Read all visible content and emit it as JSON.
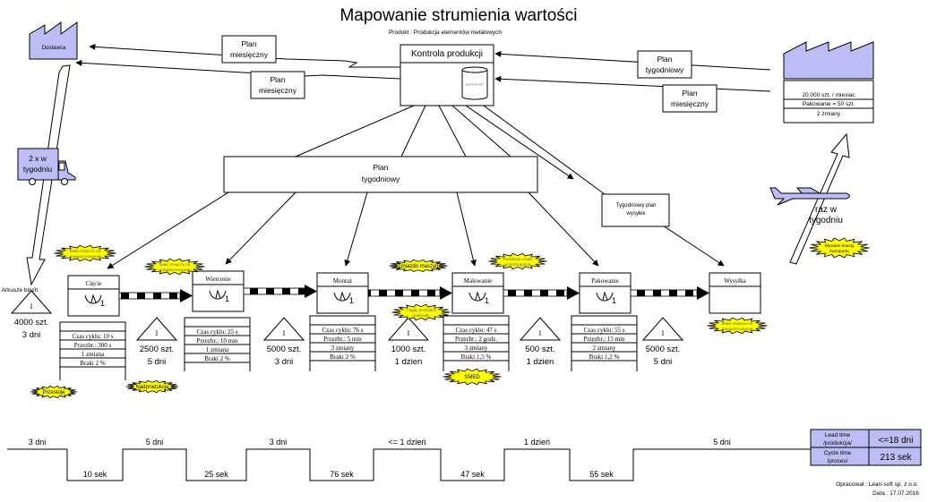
{
  "title": "Mapowanie strumienia wartości",
  "subtitle": "Produkt : Produkcja elementów metalowych",
  "control": {
    "label": "Kontrola produkcji",
    "system": "MRP/ERP"
  },
  "supplier": {
    "label": "Dostawca"
  },
  "supplier_plans": [
    {
      "line1": "Plan",
      "line2": "miesięczny"
    },
    {
      "line1": "Plan",
      "line2": "miesięczny"
    }
  ],
  "customer_plans": [
    {
      "line1": "Plan",
      "line2": "tygodniowy"
    },
    {
      "line1": "Plan",
      "line2": "miesięczny"
    }
  ],
  "customer": {
    "rows": [
      "20.000 szt. / miesiac",
      "Pakowanie = 50 szt.",
      "2 zmiany"
    ]
  },
  "truck": {
    "line1": "2 x w",
    "line2": "tygodniu"
  },
  "airplane": {
    "line1": "raz w",
    "line2": "tygodniu"
  },
  "weekly_plan": {
    "line1": "Plan",
    "line2": "tygodniowy"
  },
  "shipping_plan": {
    "line1": "Tygodniowy plan",
    "line2": "wysyłek"
  },
  "raw_material": "Arkusze blach",
  "processes": [
    {
      "name": "Cięcie",
      "operators": "1",
      "data": [
        "Czas cyklu: 10 s",
        "Przezbr.: 300 s",
        "1 zmiana",
        "Braki 2 %"
      ]
    },
    {
      "name": "Wiercenie",
      "operators": "1",
      "data": [
        "Czas cyklu: 25 s",
        "Przezbr.: 10 min",
        "1 zmiana",
        "Braki 2 %"
      ]
    },
    {
      "name": "Montaż",
      "operators": "1",
      "data": [
        "Czas cyklu: 76 s",
        "Przezbr.: 5 min",
        "3 zmiany",
        "Braki 2 %"
      ]
    },
    {
      "name": "Malowanie",
      "operators": "1",
      "data": [
        "Czas cyklu: 47 s",
        "Przezbr.: 2 godz.",
        "3 zmiany",
        "Braki 1,5 %"
      ]
    },
    {
      "name": "Pakowanie",
      "operators": "1",
      "data": [
        "Czas cyklu: 55 s",
        "Przezbr.: 15 min",
        "2 zmiany",
        "Braki 1,2 %"
      ]
    },
    {
      "name": "Wysyłka"
    }
  ],
  "inventory": [
    {
      "symbol": "I",
      "qty": "4000 szt.",
      "days": "3 dni"
    },
    {
      "symbol": "I",
      "qty": "2500 szt.",
      "days": "5 dni"
    },
    {
      "symbol": "I",
      "qty": "5000 szt.",
      "days": "3 dni"
    },
    {
      "symbol": "I",
      "qty": "1000 szt.",
      "days": "1 dzien"
    },
    {
      "symbol": "I",
      "qty": "500 szt.",
      "days": "1 dzien"
    },
    {
      "symbol": "I",
      "qty": "5000 szt.",
      "days": "5 dni"
    }
  ],
  "kaizen": [
    {
      "line1": "Mało miejsca na",
      "line2": "magazynowanie"
    },
    {
      "line1": "Mało miejsca na",
      "line2": "magazynowanie"
    },
    {
      "line1": "Gniazdo maszyn",
      "line2": ""
    },
    {
      "line1": "Redukcja czasu",
      "line2": "przezbrajania"
    },
    {
      "line1": "Ciągły przepływ",
      "line2": "materiału"
    },
    {
      "line1": "Przestoje",
      "line2": ""
    },
    {
      "line1": "Nadprodukcja",
      "line2": ""
    },
    {
      "line1": "SMED",
      "line2": ""
    },
    {
      "line1": "Mało miejsca na",
      "line2": "magazynowanie"
    },
    {
      "line1": "Wysokie koszty",
      "line2": "transportu"
    }
  ],
  "timeline": {
    "wait": [
      "3 dni",
      "5 dni",
      "3 dni",
      "<= 1 dzień",
      "1 dzień",
      "5 dni"
    ],
    "process": [
      "10 sek",
      "25 sek",
      "76 sek",
      "47 sek",
      "55 sek"
    ]
  },
  "summary": {
    "lead_label1": "Lead time",
    "lead_label2": "/produkcja/",
    "lead_value": "<=18 dni",
    "cycle_label1": "Cycle time",
    "cycle_label2": "/proces/",
    "cycle_value": "213 sek"
  },
  "footer": {
    "author": "Opracował : Lean-soft sp. z o.o.",
    "date": "Data : 17.07.2016"
  },
  "colors": {
    "factory": "#bdbdf5",
    "kaizen": "#ffff00"
  }
}
